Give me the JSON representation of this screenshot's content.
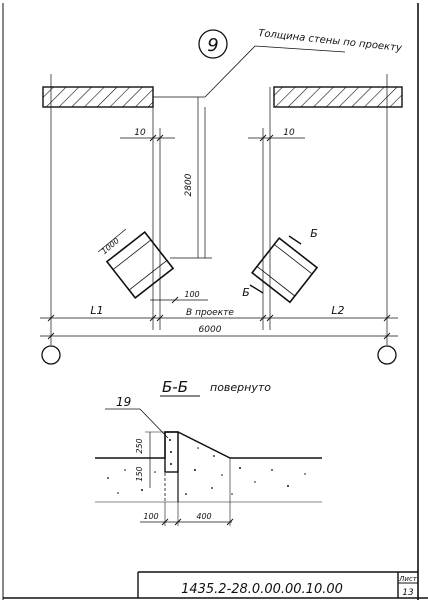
{
  "sheet": {
    "view_number": "9",
    "wall_note": "Толщина стены по проекту",
    "dims": {
      "offset_left": "10",
      "offset_right": "10",
      "height_2800": "2800",
      "block_1000": "1000",
      "gap_100": "100",
      "l1": "L1",
      "l2": "L2",
      "by_project": "В проекте",
      "span_6000": "6000"
    },
    "section_marks": {
      "b_top": "Б",
      "b_bottom": "Б"
    },
    "section": {
      "title": "Б-Б",
      "subtitle": "повернуто",
      "item_number": "19",
      "dim_250": "250",
      "dim_150": "150",
      "dim_100": "100",
      "dim_400": "400"
    },
    "title_block": {
      "designation": "1435.2-28.0.00.00.10.00",
      "sheet_label": "Лист",
      "sheet_number": "13"
    }
  }
}
